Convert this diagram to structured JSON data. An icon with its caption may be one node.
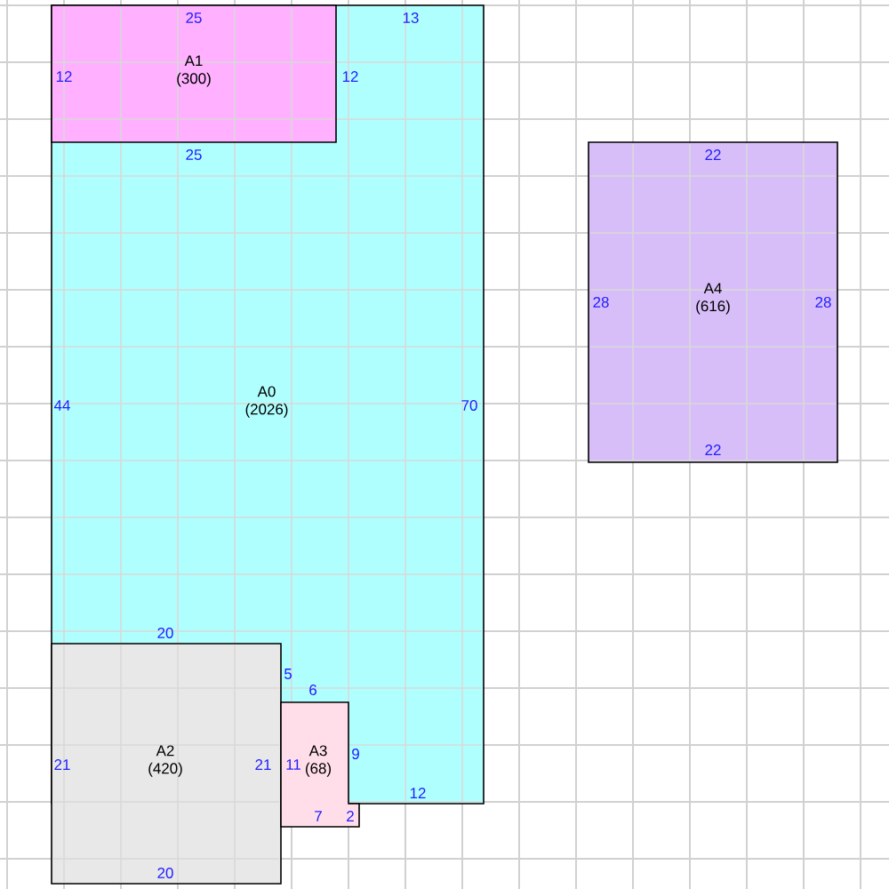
{
  "diagram": {
    "nodes": [
      {
        "text": [
          "A0",
          "(2026)"
        ]
      },
      {
        "text": [
          "A1",
          "(300)"
        ],
        "in": 0
      },
      {
        "text": [
          "A4",
          "(616)"
        ]
      },
      {
        "text": [
          "A2",
          "(420)"
        ]
      },
      {
        "text": [
          "A3",
          "(68)"
        ]
      }
    ],
    "labels": [
      "25",
      "13",
      "12",
      "12",
      "25",
      "22",
      "28",
      "28",
      "44",
      "70",
      "22",
      "20",
      "5",
      "6",
      "9",
      "21",
      "21",
      "11",
      "12",
      "7",
      "2",
      "20"
    ]
  }
}
